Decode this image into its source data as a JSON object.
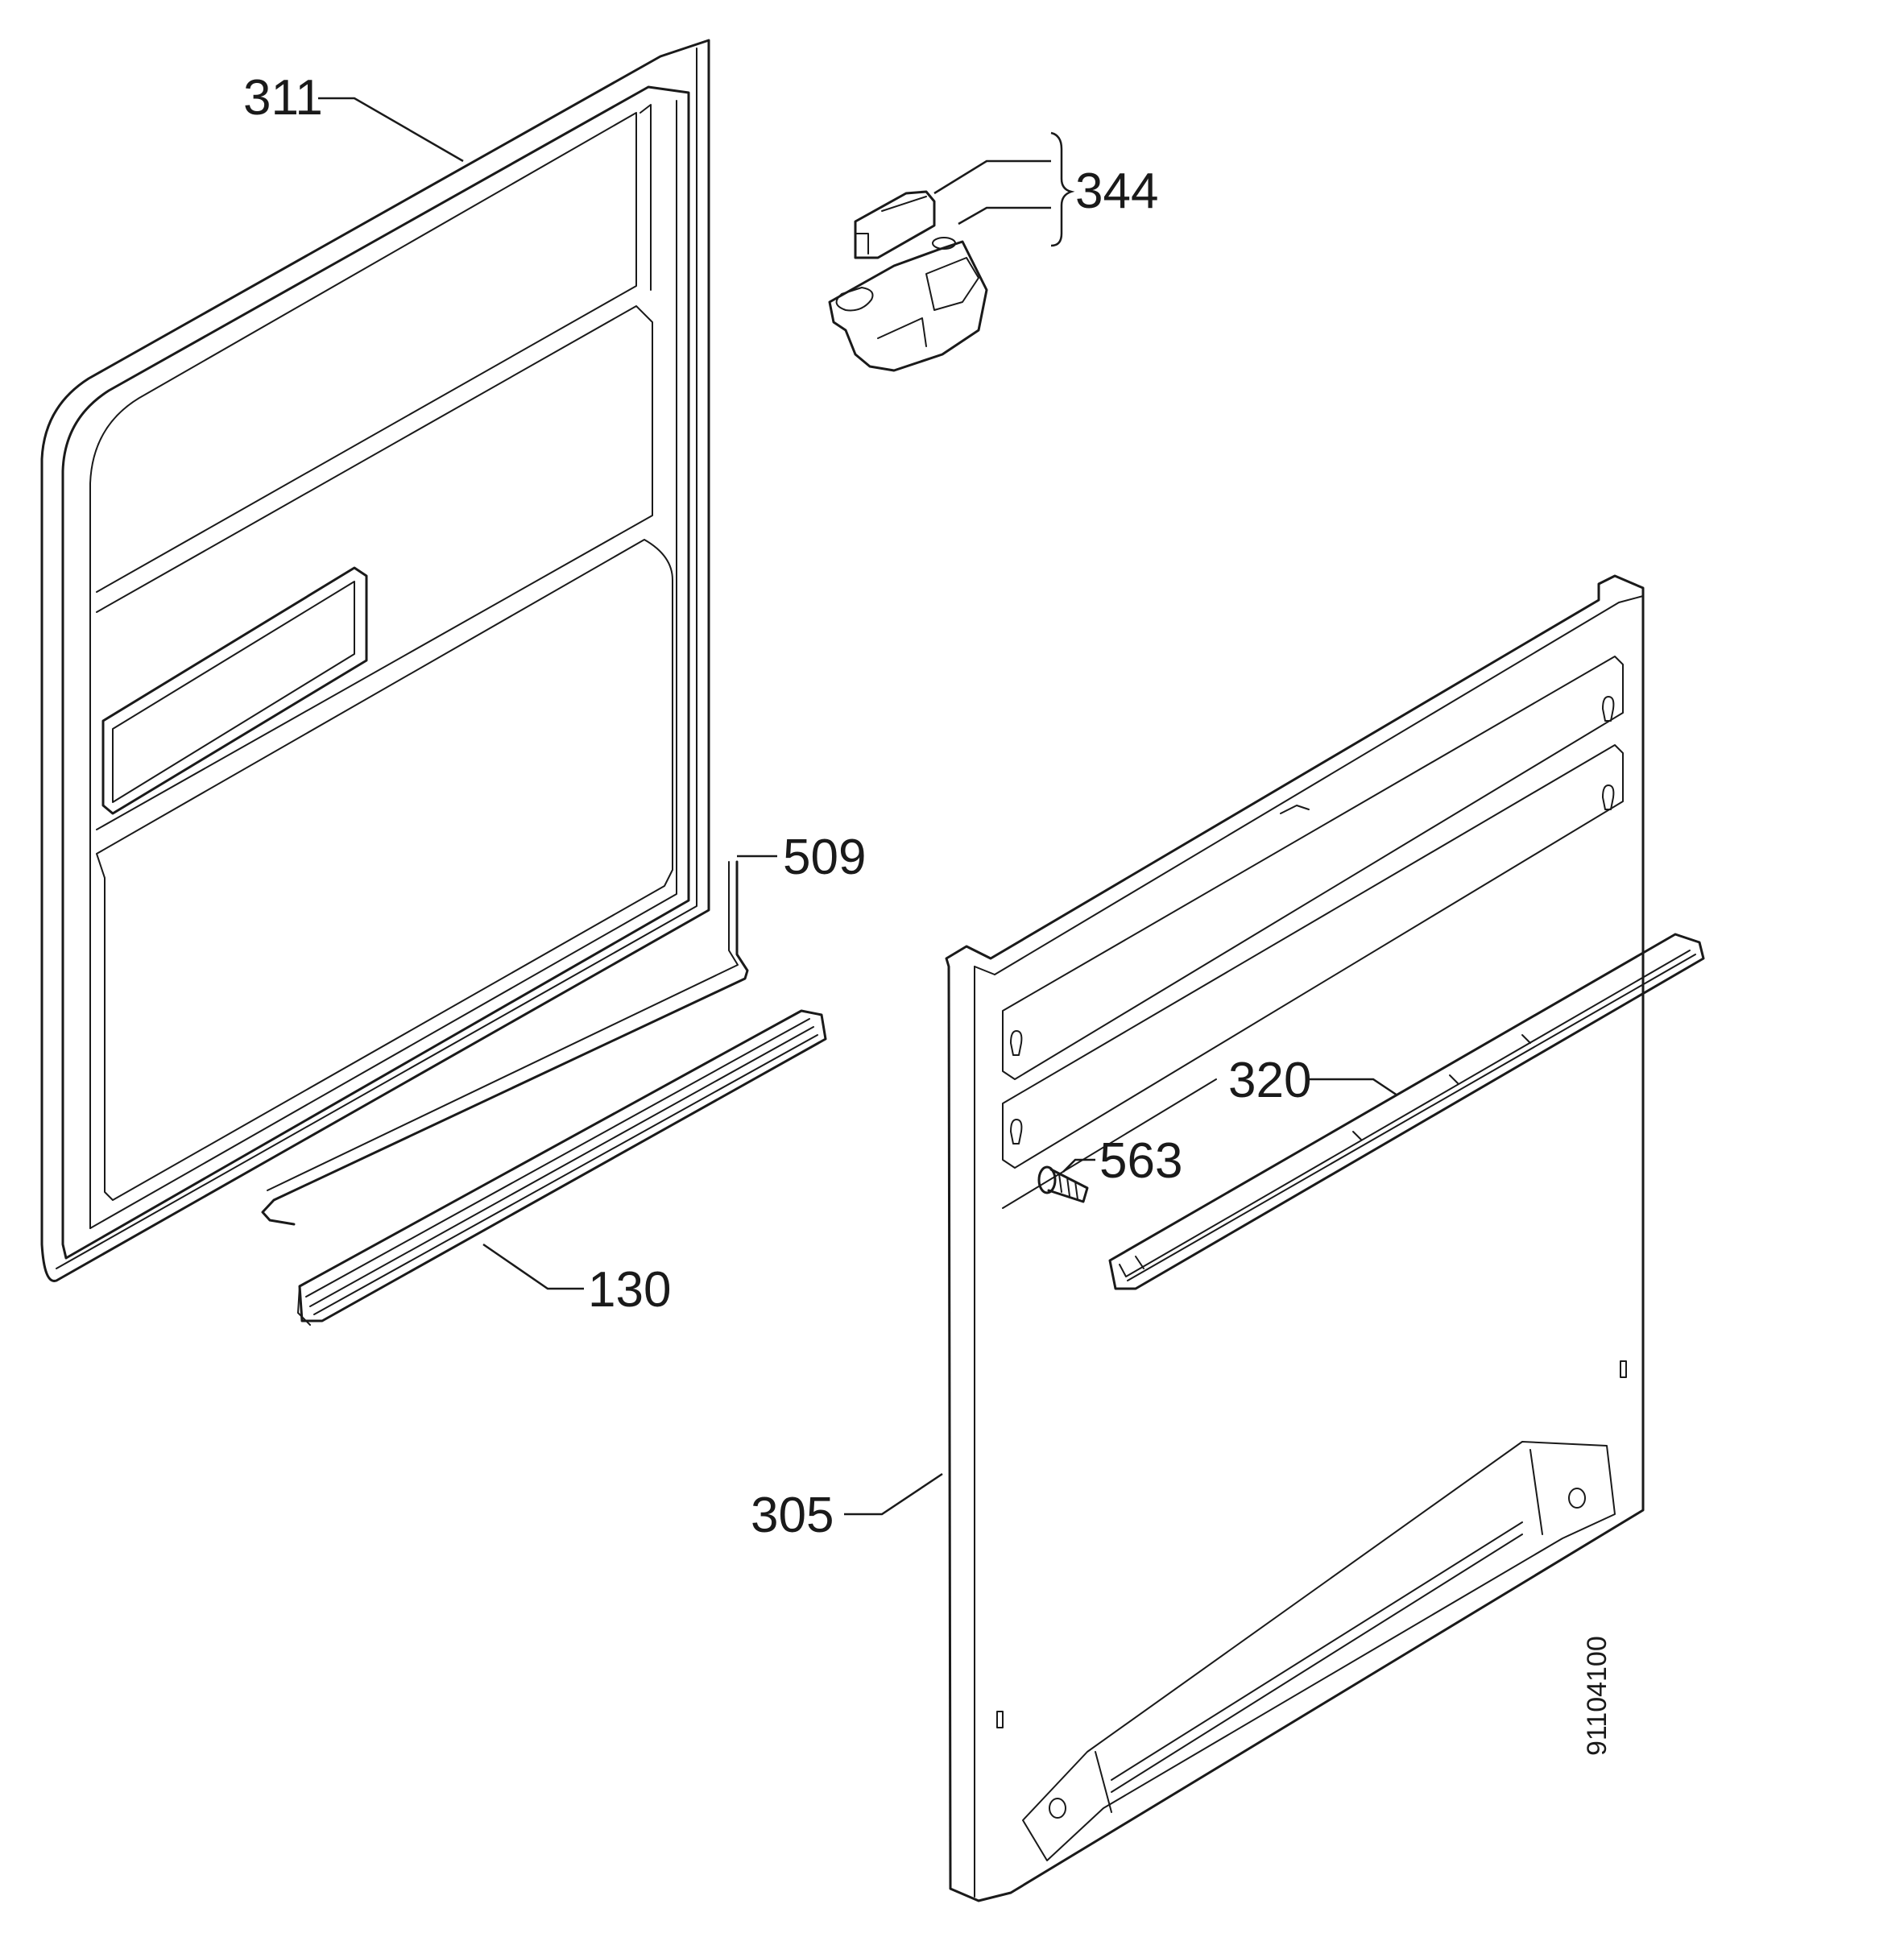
{
  "labels": {
    "p311": "311",
    "p344": "344",
    "p509": "509",
    "p130": "130",
    "p320": "320",
    "p563": "563",
    "p305": "305"
  },
  "document_number": "91104100"
}
